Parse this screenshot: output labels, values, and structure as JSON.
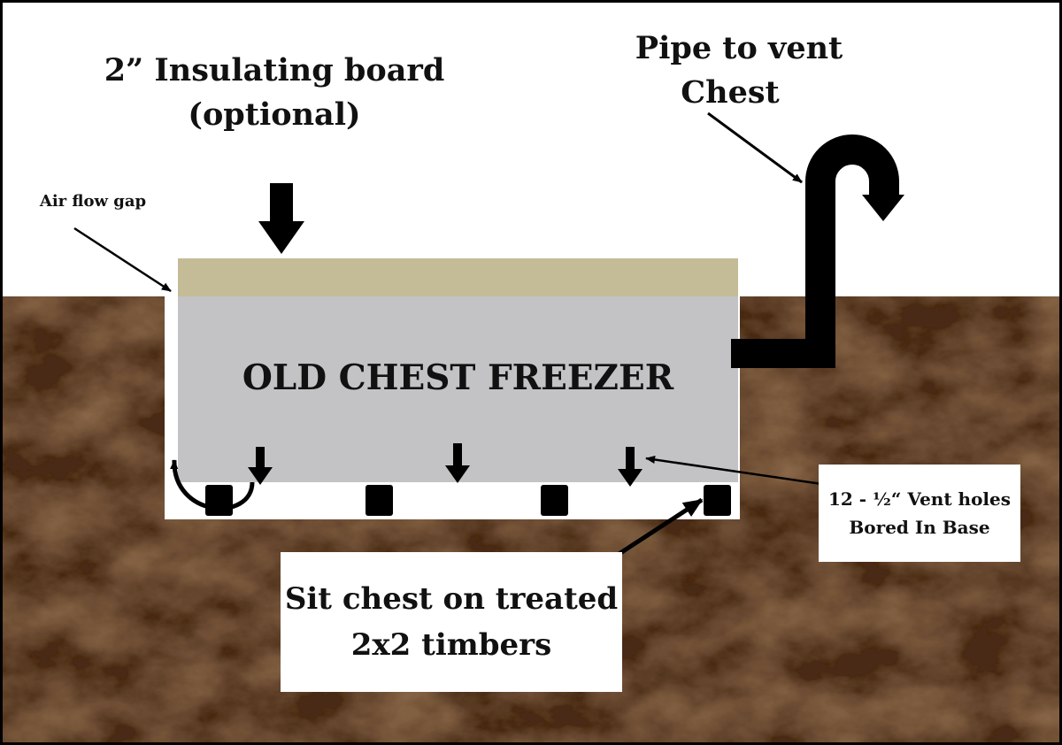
{
  "colors": {
    "soil": "#4a2c18",
    "soil_light": "#8a6748",
    "freezer": "#c3c3c5",
    "insulating_board": "#c4bc96",
    "sky": "#ffffff",
    "ink": "#000000"
  },
  "labels": {
    "insulating_board": [
      "2” Insulating board",
      "(optional)"
    ],
    "pipe": [
      "Pipe to vent",
      "Chest"
    ],
    "air_gap": "Air flow gap",
    "freezer": "OLD CHEST FREEZER",
    "vent_holes": [
      "12 - ½“ Vent holes",
      "Bored In Base"
    ],
    "timbers": [
      "Sit chest on treated",
      "2x2 timbers"
    ]
  }
}
